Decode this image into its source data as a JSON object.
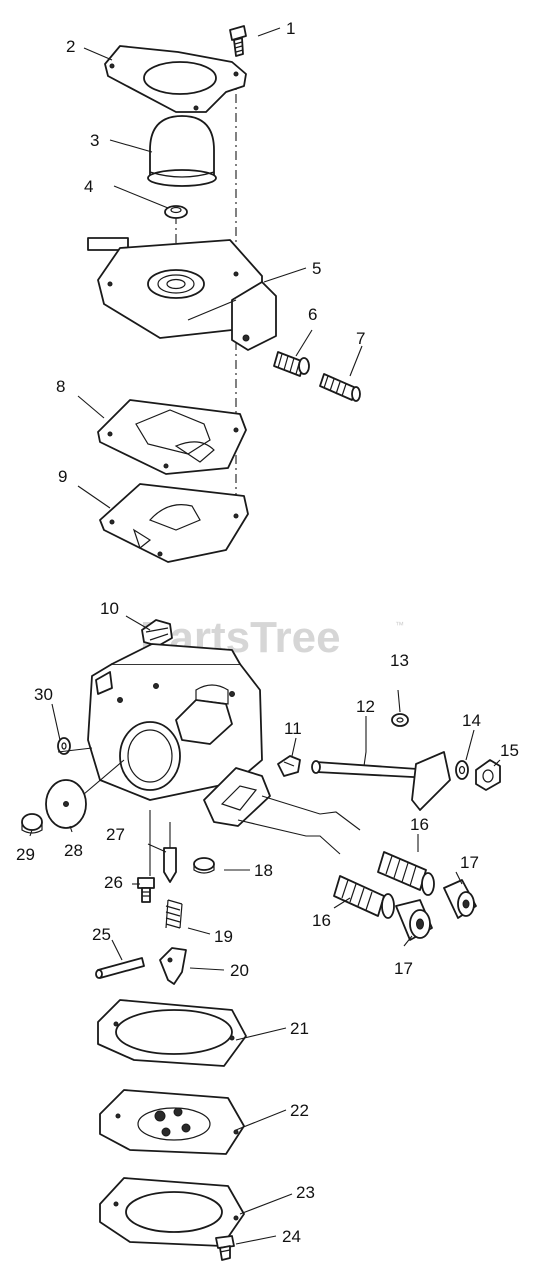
{
  "watermark": {
    "text": "PartsTree",
    "tm": "™"
  },
  "callouts": {
    "c1": "1",
    "c2": "2",
    "c3": "3",
    "c4": "4",
    "c5": "5",
    "c6": "6",
    "c7": "7",
    "c8": "8",
    "c9": "9",
    "c10": "10",
    "c11": "11",
    "c12": "12",
    "c13": "13",
    "c14": "14",
    "c15": "15",
    "c16a": "16",
    "c16b": "16",
    "c17a": "17",
    "c17b": "17",
    "c18": "18",
    "c19": "19",
    "c20": "20",
    "c21": "21",
    "c22": "22",
    "c23": "23",
    "c24": "24",
    "c25": "25",
    "c26": "26",
    "c27": "27",
    "c28": "28",
    "c29": "29",
    "c30": "30"
  }
}
